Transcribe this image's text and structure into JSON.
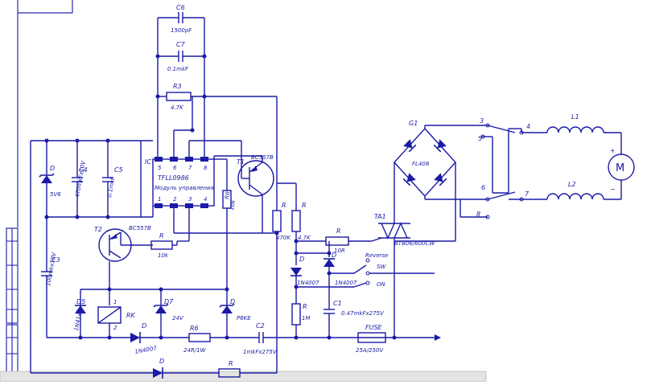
{
  "diagram": {
    "labels": {
      "c6": "C6",
      "c6_val": "1500pF",
      "c7": "C7",
      "c7_val": "0.1mkF",
      "r3": "R3",
      "r3_val": "4.7K",
      "ic": "IC",
      "ic_name": "TFLL0986",
      "ic_desc": "Модуль управления",
      "pin5": "5",
      "pin6": "6",
      "pin7": "7",
      "pin8": "8",
      "pin1": "1",
      "pin2": "2",
      "pin3": "3",
      "pin4": "4",
      "d_zener": "D",
      "d_zener_val": "5V6",
      "c4": "C4",
      "c4_val": "470mkFx10V",
      "c5": "C5",
      "c5_val": "0.1mkF",
      "t1": "T1",
      "t1_val": "BC557B",
      "r8": "R8",
      "r8_val": "10k",
      "t2": "T2",
      "t2_val": "BC557B",
      "r_t2": "R",
      "r_t2_val": "10k",
      "c3": "C3",
      "c3_val": "100mkx50V",
      "d5": "D5",
      "d5_val": "1N4148",
      "rk": "RK",
      "rk_pin1": "1",
      "rk_pin2": "2",
      "d_1n4007a": "D",
      "d_1n4007a_val": "1N4007",
      "d7": "D7",
      "d7_val": "24V",
      "r6": "R6",
      "r6_val": "24R/1W",
      "d_p6ke": "D",
      "d_p6ke_val": "P6KE",
      "c2": "C2",
      "c2_val": "1mkFx275V",
      "d_bottom": "D",
      "r_bottom": "R",
      "r_470k": "R",
      "r_470k_val": "470K",
      "r_47k": "R",
      "r_47k_val": "4.7K",
      "r_gate": "R",
      "r_gate_val": "10R",
      "d_1n4007b": "D",
      "d_1n4007b_val": "1N4007",
      "d_1n4007c": "D",
      "d_1n4007c_val": "1N4007",
      "r_1m": "R",
      "r_1m_val": "1M",
      "c1": "C1",
      "c1_val": "0.47mkFx275V",
      "ta1": "TA1",
      "ta1_val": "BTB06/600CW",
      "reverse": "Reverse",
      "sw": "SW",
      "on": "ON",
      "fuse": "FUSE",
      "fuse_val": "25A/250V",
      "g1": "G1",
      "bridge": "FL408",
      "n3": "3",
      "n4": "4",
      "n5": "5",
      "n6": "6",
      "n7": "7",
      "n8": "8",
      "l1": "L1",
      "l2": "L2",
      "plus": "+",
      "minus": "−",
      "motor": "M"
    }
  }
}
